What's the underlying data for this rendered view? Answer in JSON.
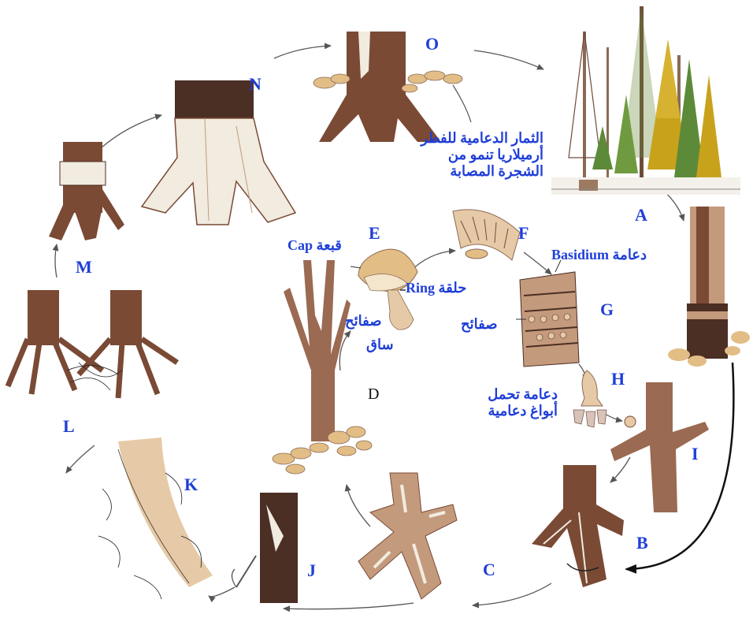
{
  "stage_labels": {
    "A": "A",
    "B": "B",
    "C": "C",
    "D": "D",
    "E": "E",
    "F": "F",
    "G": "G",
    "H": "H",
    "I": "I",
    "J": "J",
    "K": "K",
    "L": "L",
    "M": "M",
    "N": "N",
    "O": "O"
  },
  "annotations": {
    "fruiting_line1": "الثمار الدعامية للفطر",
    "fruiting_line2": "أرميلاريا تنمو من",
    "fruiting_line3": "الشجرة المصابة",
    "cap_ar": "قبعة",
    "cap_en": "Cap",
    "ring_ar": "حلقة",
    "ring_en": "Ring",
    "gills_e": "صفائح",
    "stalk": "ساق",
    "basidium_ar": "دعامة",
    "basidium_en": "Basidium",
    "gills_g": "صفائح",
    "spores_line1": "دعامة تحمل",
    "spores_line2": "أبواغ دعامية"
  },
  "colors": {
    "label_blue": "#1f3fd8",
    "bark_brown": "#7a4a35",
    "wood_tan": "#c49a7c",
    "mycelium_white": "#f1ebe0",
    "mushroom_cap": "#e2bd86",
    "conifer_green": "#6a8a3a",
    "conifer_yellow": "#c9a21c",
    "arrow_gray": "#555555"
  }
}
